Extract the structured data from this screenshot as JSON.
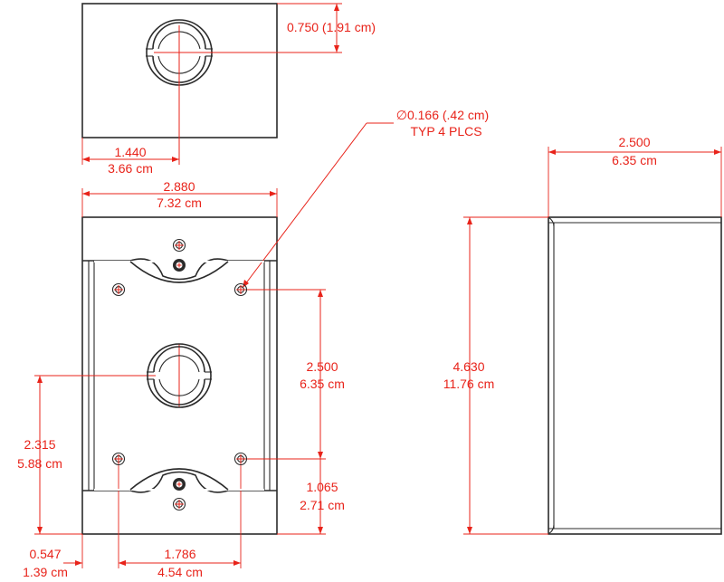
{
  "colors": {
    "dimension": "#e8231a",
    "outline": "#2b2b2b",
    "background": "#ffffff"
  },
  "dimensions": {
    "hub_height": {
      "line1": "0.750 (1.91 cm)"
    },
    "hub_offset": {
      "line1": "1.440",
      "line2": "3.66 cm"
    },
    "hole_callout": {
      "line1": "∅0.166 (.42 cm)",
      "line2": "TYP 4 PLCS"
    },
    "depth": {
      "line1": "2.500",
      "line2": "6.35 cm"
    },
    "width": {
      "line1": "2.880",
      "line2": "7.32 cm"
    },
    "hole_spacing": {
      "line1": "2.500",
      "line2": "6.35 cm"
    },
    "height": {
      "line1": "4.630",
      "line2": "11.76 cm"
    },
    "center_height": {
      "line1": "2.315",
      "line2": "5.88 cm"
    },
    "hole_from_bottom": {
      "line1": "1.065",
      "line2": "2.71 cm"
    },
    "hole_from_left": {
      "line1": "0.547",
      "line2": "1.39 cm"
    },
    "hole_horizontal_spacing": {
      "line1": "1.786",
      "line2": "4.54 cm"
    }
  }
}
